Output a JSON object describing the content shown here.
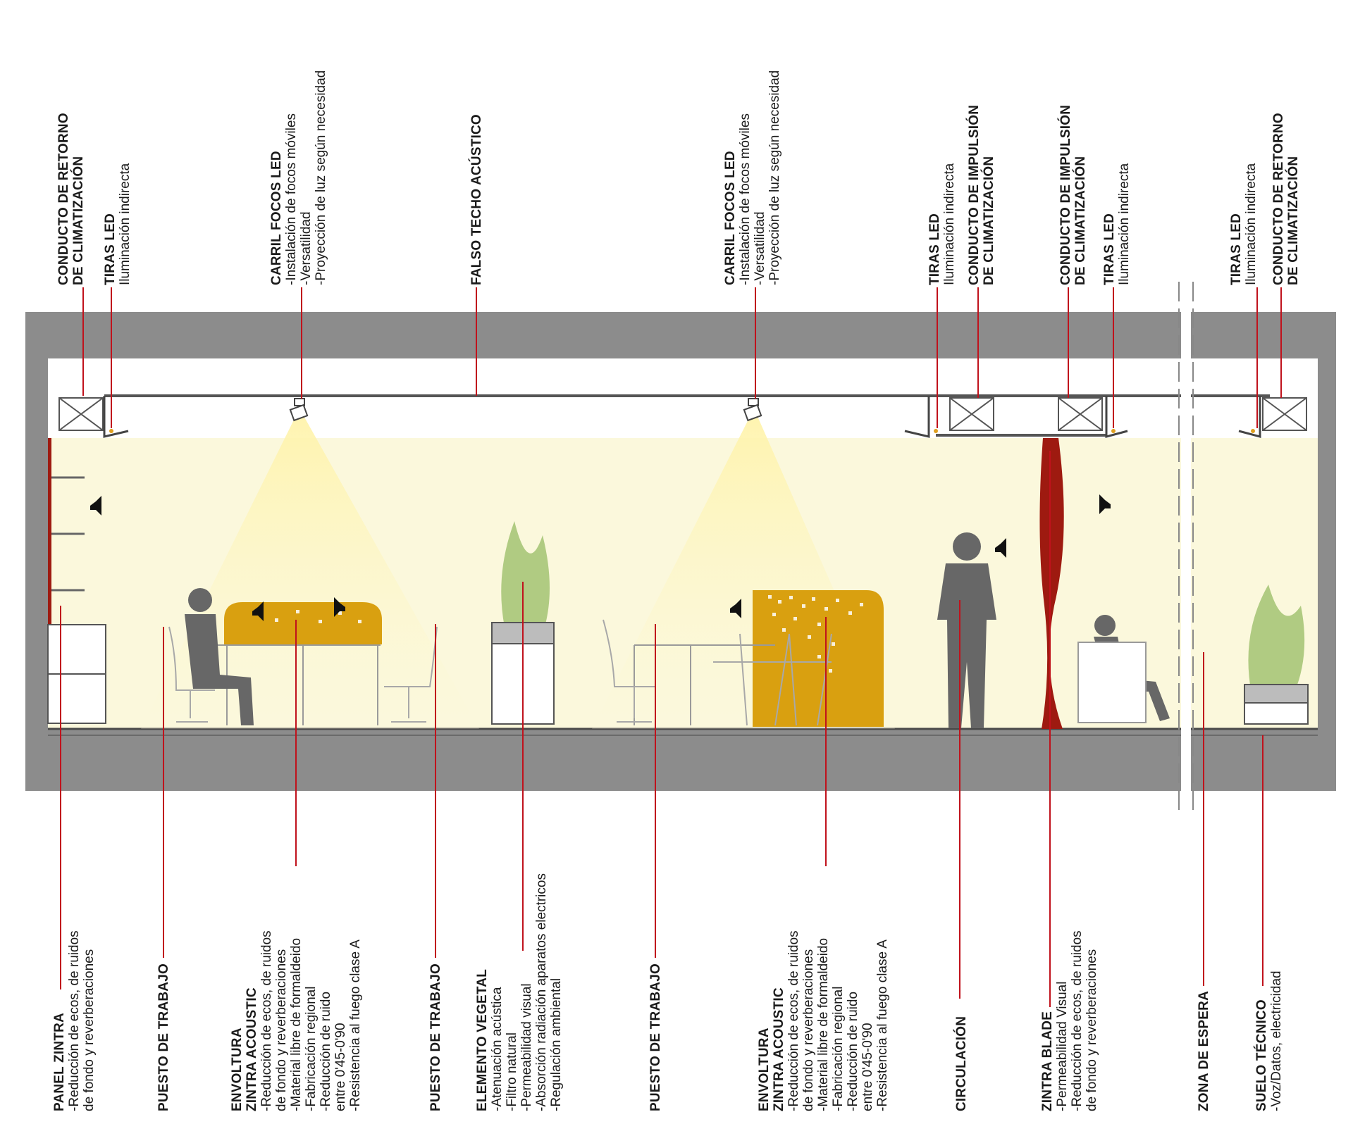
{
  "top_labels": [
    {
      "title": [
        "CONDUCTO DE RETORNO",
        "DE CLIMATIZACIÓN"
      ],
      "lines": []
    },
    {
      "title": [
        "TIRAS LED"
      ],
      "lines": [
        "Iluminación indirecta"
      ]
    },
    {
      "title": [
        "CARRIL FOCOS LED"
      ],
      "lines": [
        "-Instalación de focos móviles",
        "-Versatilidad",
        "-Proyección de luz según necesidad"
      ]
    },
    {
      "title": [
        "FALSO TECHO ACÚSTICO"
      ],
      "lines": []
    },
    {
      "title": [
        "CARRIL FOCOS LED"
      ],
      "lines": [
        "-Instalación de focos móviles",
        "-Versatilidad",
        "-Proyección de luz según necesidad"
      ]
    },
    {
      "title": [
        "TIRAS LED"
      ],
      "lines": [
        "Iluminación indirecta"
      ]
    },
    {
      "title": [
        "CONDUCTO DE IMPULSIÓN",
        "DE CLIMATIZACIÓN"
      ],
      "lines": []
    },
    {
      "title": [
        "CONDUCTO DE IMPULSIÓN",
        "DE CLIMATIZACIÓN"
      ],
      "lines": []
    },
    {
      "title": [
        "TIRAS LED"
      ],
      "lines": [
        "Iluminación indirecta"
      ]
    },
    {
      "title": [
        "TIRAS LED"
      ],
      "lines": [
        "Iluminación indirecta"
      ]
    },
    {
      "title": [
        "CONDUCTO DE RETORNO",
        "DE CLIMATIZACIÓN"
      ],
      "lines": []
    }
  ],
  "bottom_labels": [
    {
      "title": [
        "PANEL ZINTRA"
      ],
      "lines": [
        "-Reducción de ecos, de ruidos",
        "de fondo y reverberaciones"
      ]
    },
    {
      "title": [
        "PUESTO DE TRABAJO"
      ],
      "lines": []
    },
    {
      "title": [
        "ENVOLTURA",
        "ZINTRA ACOUSTIC"
      ],
      "lines": [
        "-Reducción de ecos, de ruidos",
        "de fondo y reverberaciones",
        "-Material libre de formaldeido",
        "-Fabricación regional",
        "-Reducción de ruido",
        "entre 0'45-0'90",
        "-Resistencia al fuego clase A"
      ]
    },
    {
      "title": [
        "PUESTO DE TRABAJO"
      ],
      "lines": []
    },
    {
      "title": [
        "ELEMENTO VEGETAL"
      ],
      "lines": [
        "-Atenuación acústica",
        "-Filtro natural",
        "-Permeabilidad visual",
        "-Absorción radiación aparatos electricos",
        "-Regulación ambiental"
      ]
    },
    {
      "title": [
        "PUESTO DE TRABAJO"
      ],
      "lines": []
    },
    {
      "title": [
        "ENVOLTURA",
        "ZINTRA ACOUSTIC"
      ],
      "lines": [
        "-Reducción de ecos, de ruidos",
        "de fondo y reverberaciones",
        "-Material libre de formaldeido",
        "-Fabricación regional",
        "-Reducción de ruido",
        "entre 0'45-0'90",
        "-Resistencia al fuego clase A"
      ]
    },
    {
      "title": [
        "CIRCULACIÓN"
      ],
      "lines": []
    },
    {
      "title": [
        "ZINTRA BLADE"
      ],
      "lines": [
        "-Permeabilidad Visual",
        "-Reducción de ecos, de ruidos",
        "de fondo y reverberaciones"
      ]
    },
    {
      "title": [
        "ZONA DE ESPERA"
      ],
      "lines": []
    },
    {
      "title": [
        "SUELO TÉCNICO"
      ],
      "lines": [
        "-Voz/Datos, electricidad"
      ]
    }
  ],
  "colors": {
    "slab": "#8c8c8c",
    "room": "#fbf8dc",
    "ceiling_void": "#ffffff",
    "acoustic_panel": "#d9a010",
    "blade": "#9e1a10",
    "leader": "#c0121c",
    "figure": "#676767",
    "plant": "#9dbf6b",
    "light_cone": "#fff7c2"
  },
  "icons": [
    "speaker-icon",
    "duct-icon",
    "led-spot-icon",
    "plant-icon",
    "person-icon"
  ]
}
